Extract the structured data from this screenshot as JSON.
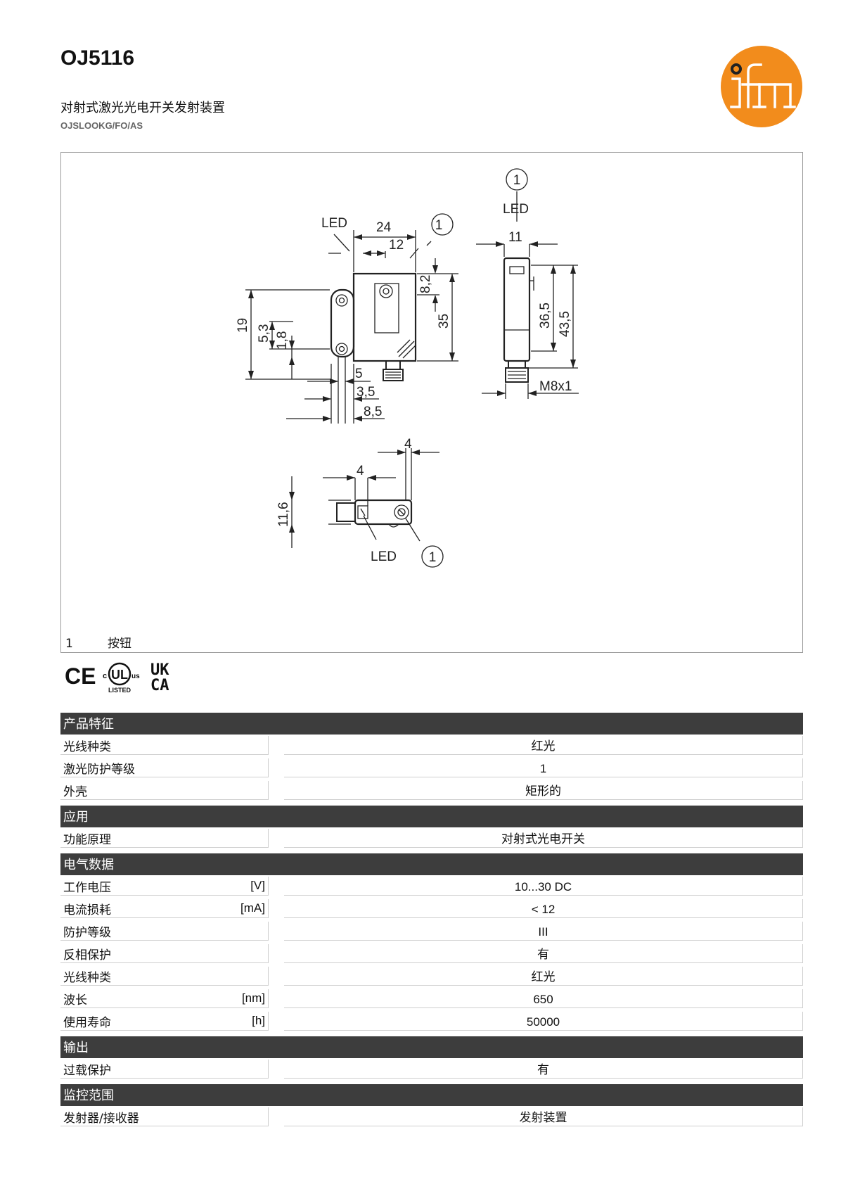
{
  "header": {
    "title": "OJ5116",
    "subtitle": "对射式激光光电开关发射装置",
    "code": "OJSLOOKG/FO/AS"
  },
  "logo": {
    "text": "ifm",
    "color": "#f28c1c"
  },
  "drawing": {
    "labels": {
      "led": "LED",
      "callout": "1",
      "thread": "M8x1",
      "dims": [
        "24",
        "12",
        "8,2",
        "35",
        "19",
        "5,3",
        "1,8",
        "5",
        "3,5",
        "8,5",
        "11",
        "36,5",
        "43,5",
        "4",
        "4",
        "11,6"
      ]
    },
    "legend": [
      {
        "num": "1",
        "text": "按钮"
      }
    ]
  },
  "certifications": {
    "ce": "CE",
    "ul_c": "c",
    "ul_main": "UL",
    "ul_us": "us",
    "ul_listed": "LISTED",
    "ukca_top": "UK",
    "ukca_bottom": "CA"
  },
  "sections": [
    {
      "title": "产品特征",
      "rows": [
        {
          "label": "光线种类",
          "unit": "",
          "value": "红光"
        },
        {
          "label": "激光防护等级",
          "unit": "",
          "value": "1"
        },
        {
          "label": "外壳",
          "unit": "",
          "value": "矩形的"
        }
      ]
    },
    {
      "title": "应用",
      "rows": [
        {
          "label": "功能原理",
          "unit": "",
          "value": "对射式光电开关"
        }
      ]
    },
    {
      "title": "电气数据",
      "rows": [
        {
          "label": "工作电压",
          "unit": "[V]",
          "value": "10...30 DC"
        },
        {
          "label": "电流损耗",
          "unit": "[mA]",
          "value": "< 12"
        },
        {
          "label": "防护等级",
          "unit": "",
          "value": "III"
        },
        {
          "label": "反相保护",
          "unit": "",
          "value": "有"
        },
        {
          "label": "光线种类",
          "unit": "",
          "value": "红光"
        },
        {
          "label": "波长",
          "unit": "[nm]",
          "value": "650"
        },
        {
          "label": "使用寿命",
          "unit": "[h]",
          "value": "50000"
        }
      ]
    },
    {
      "title": "输出",
      "rows": [
        {
          "label": "过载保护",
          "unit": "",
          "value": "有"
        }
      ]
    },
    {
      "title": "监控范围",
      "rows": [
        {
          "label": "发射器/接收器",
          "unit": "",
          "value": "发射装置"
        }
      ]
    }
  ]
}
